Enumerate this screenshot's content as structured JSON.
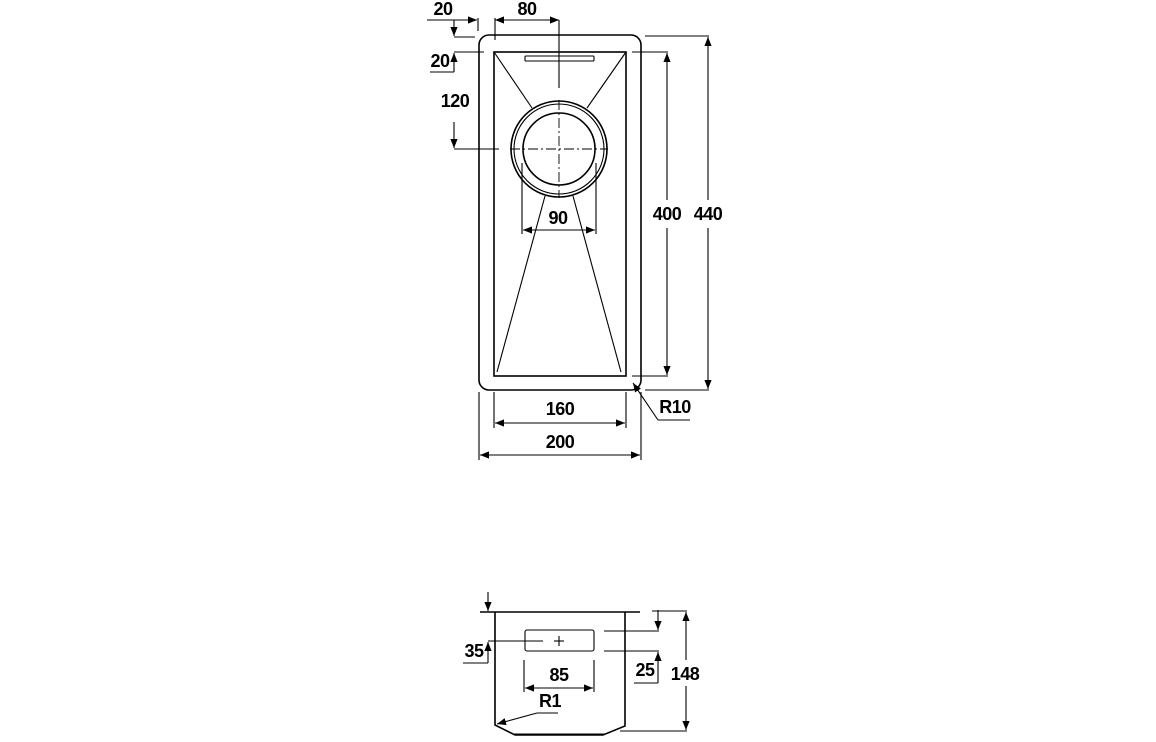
{
  "top_view": {
    "dims": {
      "flange_offset": "20",
      "waste_offset_x": "80",
      "flange_offset_top": "20",
      "waste_offset_y": "120",
      "waste_diameter": "90",
      "inner_length": "400",
      "outer_length": "440",
      "inner_width": "160",
      "outer_width": "200",
      "corner_radius": "R10"
    }
  },
  "side_view": {
    "dims": {
      "overflow_height": "35",
      "overflow_width": "85",
      "overflow_slot_height": "25",
      "depth": "148",
      "base_radius": "R1"
    }
  }
}
